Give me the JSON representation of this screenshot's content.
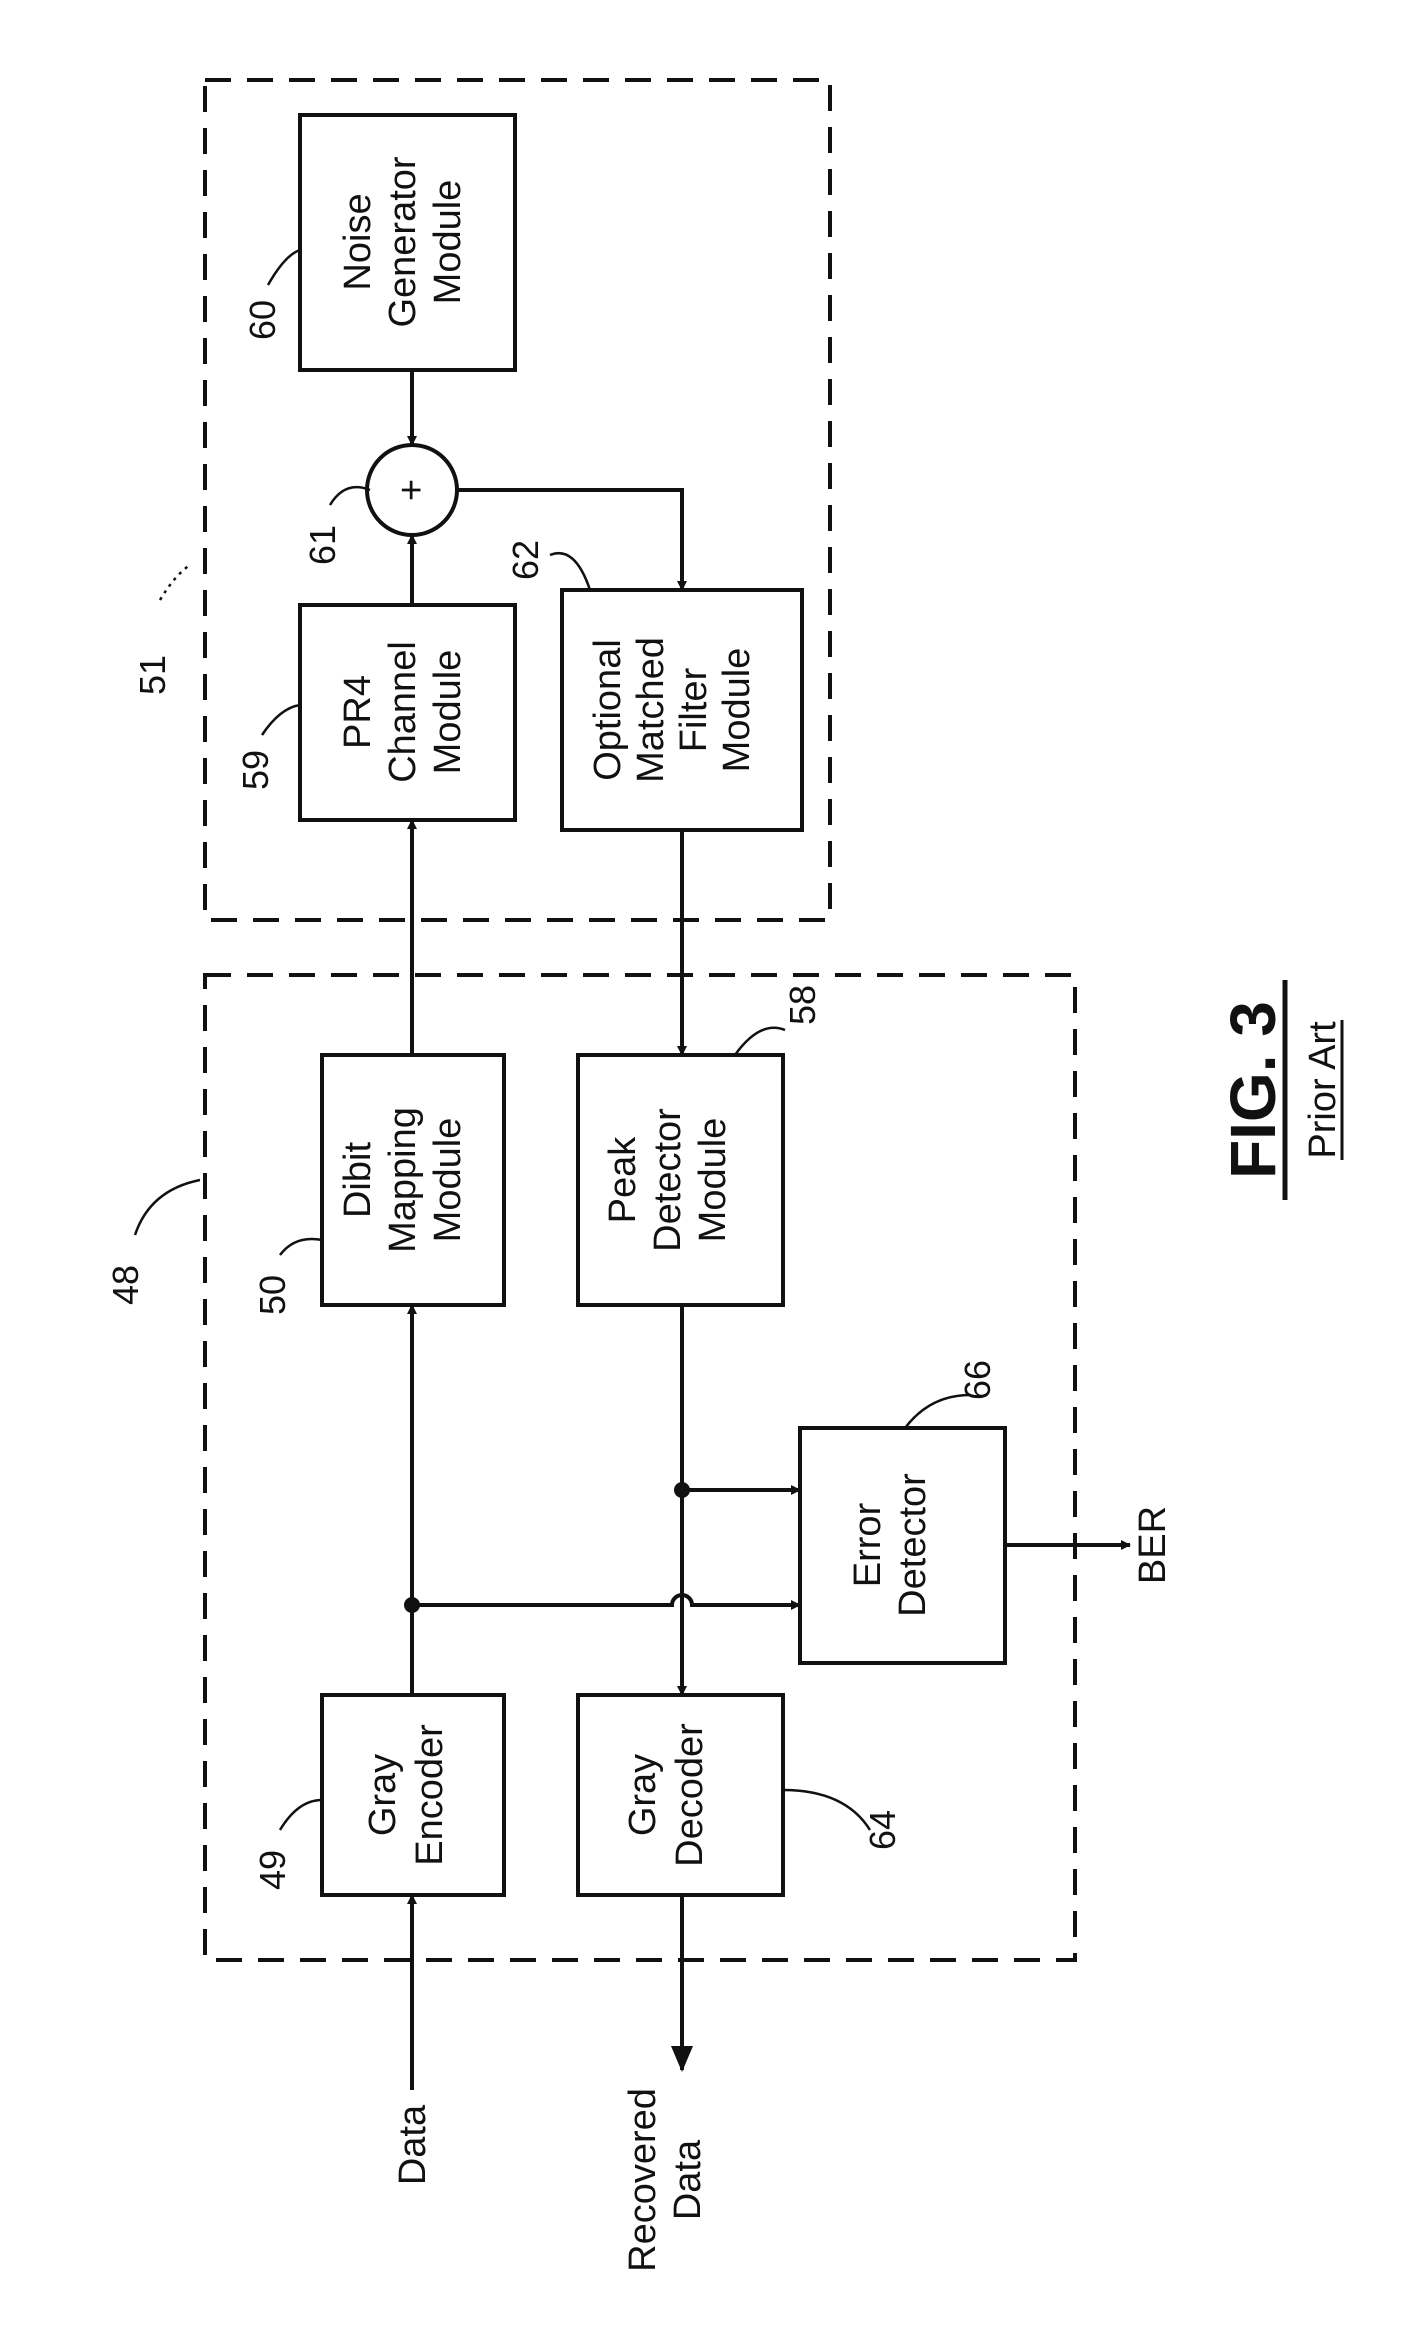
{
  "figure": {
    "title": "FIG. 3",
    "subtitle": "Prior Art"
  },
  "groups": {
    "system": "48",
    "channel": "51"
  },
  "blocks": {
    "noise": {
      "ref": "60",
      "lines": [
        "Noise",
        "Generator",
        "Module"
      ]
    },
    "sum": {
      "ref": "61",
      "symbol": "+"
    },
    "pr4": {
      "ref": "59",
      "lines": [
        "PR4",
        "Channel",
        "Module"
      ]
    },
    "filter": {
      "ref": "62",
      "lines": [
        "Optional",
        "Matched",
        "Filter",
        "Module"
      ]
    },
    "dibit": {
      "ref": "50",
      "lines": [
        "Dibit",
        "Mapping",
        "Module"
      ]
    },
    "peak": {
      "ref": "58",
      "lines": [
        "Peak",
        "Detector",
        "Module"
      ]
    },
    "error": {
      "ref": "66",
      "lines": [
        "Error",
        "Detector"
      ]
    },
    "encoder": {
      "ref": "49",
      "lines": [
        "Gray",
        "Encoder"
      ]
    },
    "decoder": {
      "ref": "64",
      "lines": [
        "Gray",
        "Decoder"
      ]
    }
  },
  "signals": {
    "data": "Data",
    "recovered": [
      "Recovered",
      "Data"
    ],
    "ber": "BER"
  }
}
